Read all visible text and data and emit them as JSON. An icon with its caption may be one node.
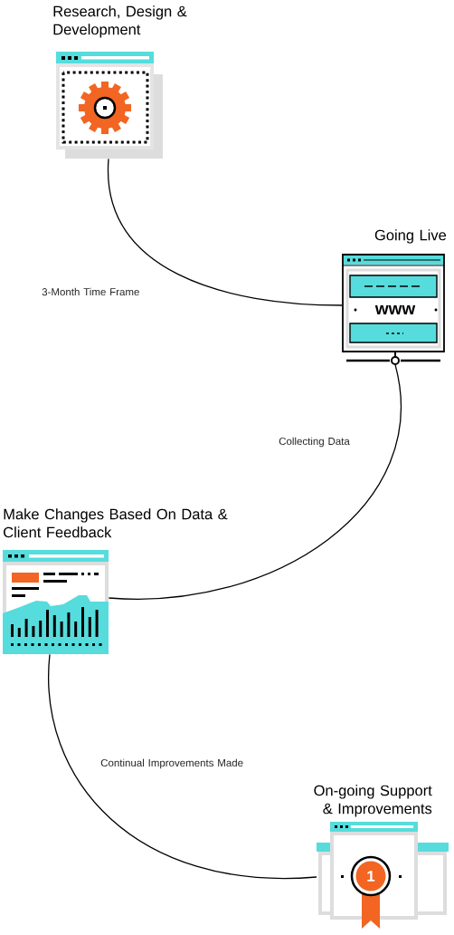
{
  "diagram": {
    "nodes": [
      {
        "text": [
          "Research, Design & Development"
        ]
      },
      {
        "text": [
          "Going Live"
        ]
      },
      {
        "text": [
          "Make Changes Based On Data & Client Feedback"
        ]
      },
      {
        "text": [
          "On-going Support & Improvements"
        ]
      }
    ],
    "edges": [
      {
        "from": 0,
        "to": 1,
        "arrow": "none",
        "label": "3-Month Time Frame"
      },
      {
        "from": 1,
        "to": 2,
        "arrow": "none",
        "label": "Collecting Data"
      },
      {
        "from": 2,
        "to": 3,
        "arrow": "none",
        "label": "Continual Improvements Made"
      }
    ],
    "labels": [
      "www",
      "1"
    ]
  }
}
